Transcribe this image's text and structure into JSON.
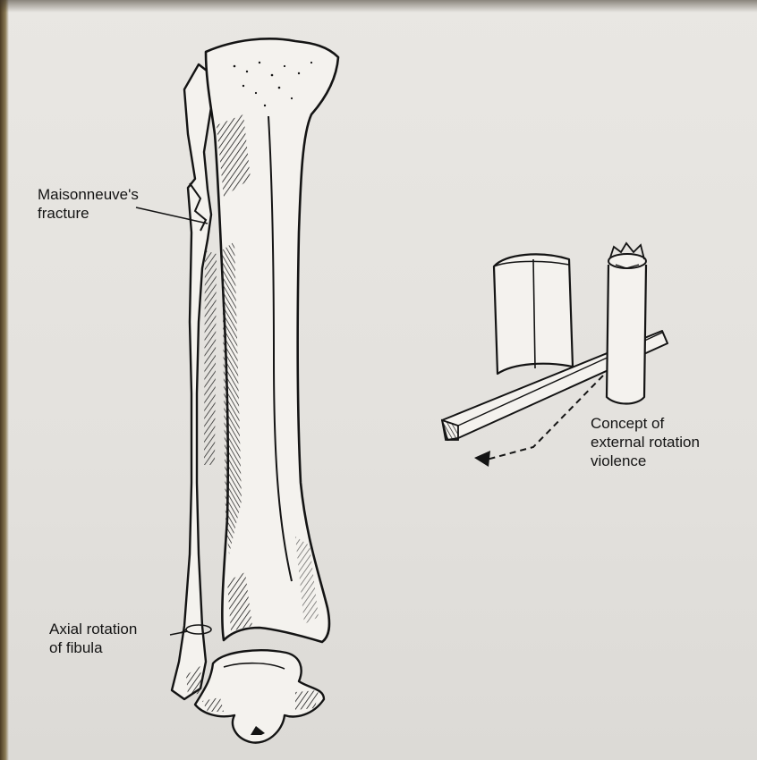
{
  "labels": {
    "maisonneuve": {
      "line1": "Maisonneuve's",
      "line2": "fracture"
    },
    "axial": {
      "line1": "Axial rotation",
      "line2": "of fibula"
    },
    "concept": {
      "line1": "Concept of",
      "line2": "external rotation",
      "line3": "violence"
    }
  },
  "colors": {
    "ink": "#141414",
    "bone": "#f4f2ee",
    "paper": "#e6e4e0"
  }
}
